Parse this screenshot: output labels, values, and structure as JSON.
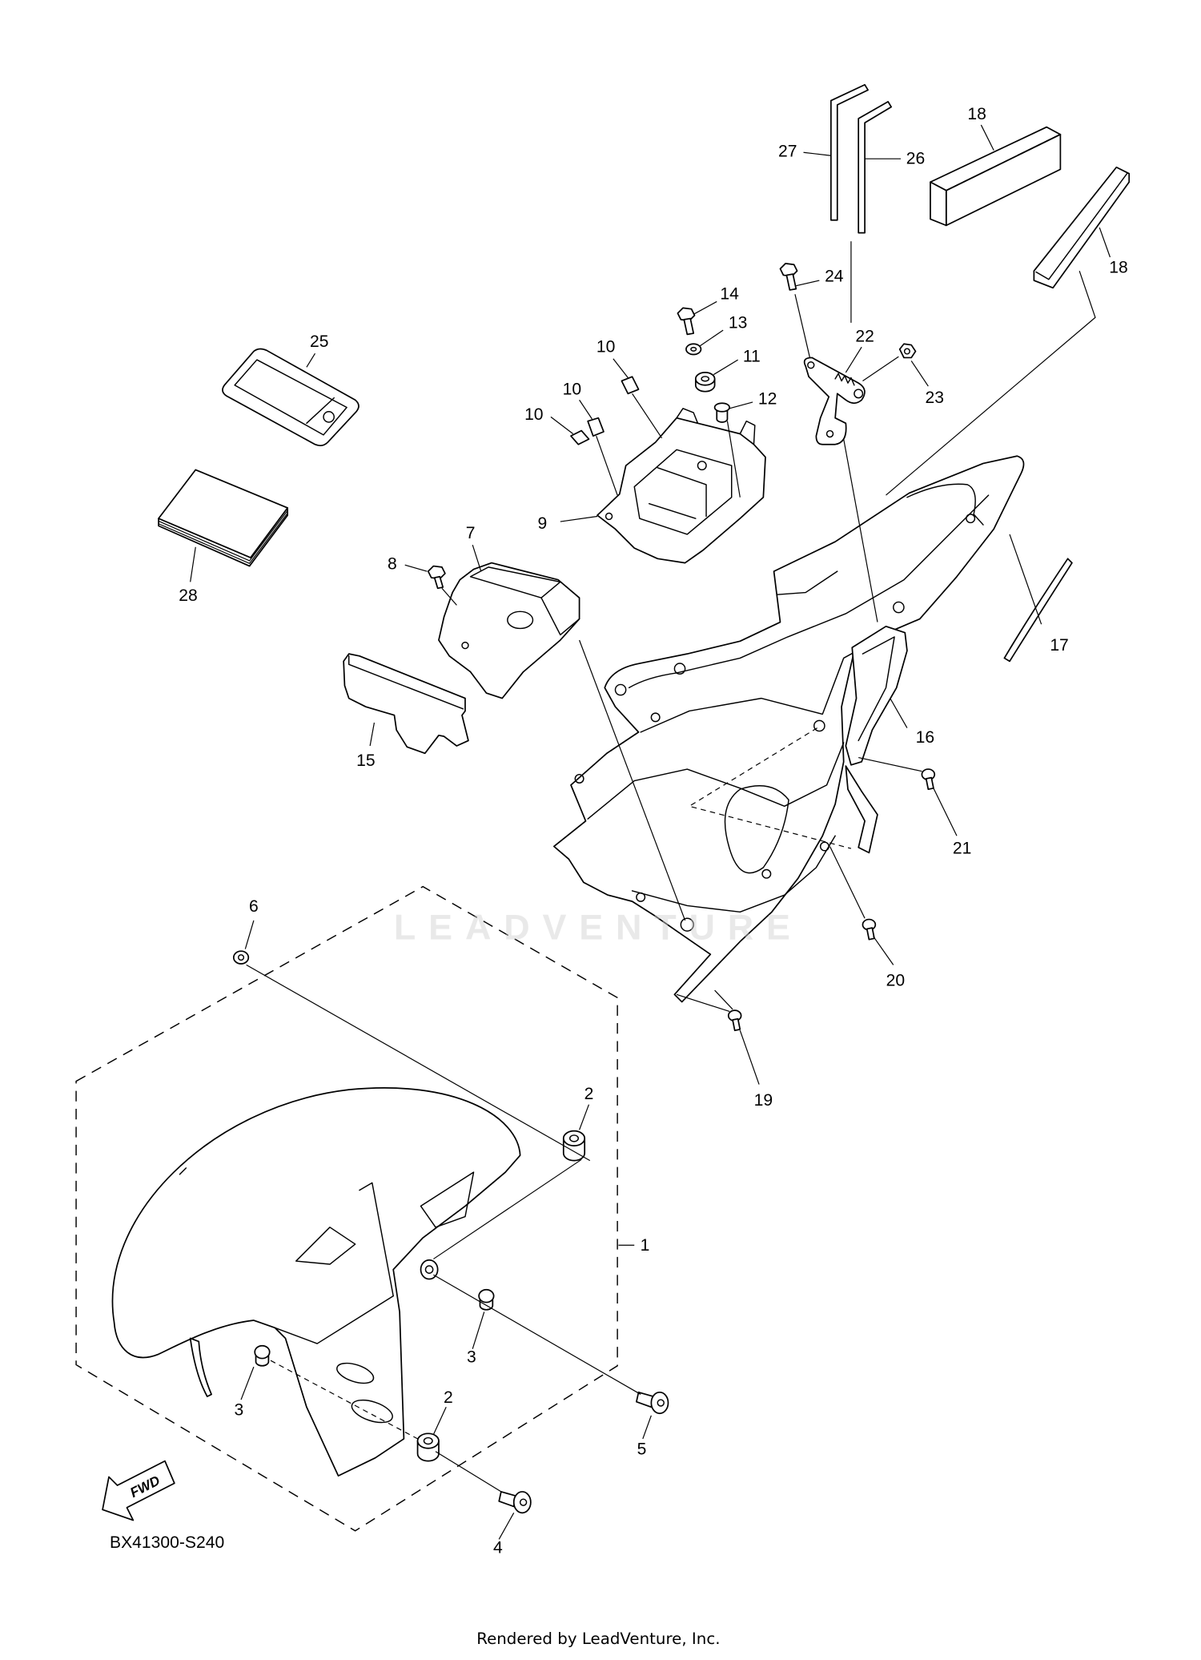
{
  "diagram": {
    "callouts": [
      "27",
      "26",
      "18",
      "18",
      "25",
      "28",
      "14",
      "13",
      "11",
      "12",
      "24",
      "22",
      "23",
      "10",
      "10",
      "10",
      "9",
      "7",
      "8",
      "15",
      "16",
      "17",
      "21",
      "20",
      "19",
      "6",
      "2",
      "1",
      "3",
      "3",
      "2",
      "5",
      "4"
    ],
    "fwd_label": "FWD",
    "diagram_code": "BX41300-S240",
    "watermark": "LEADVENTURE"
  },
  "footer": {
    "rendered_by": "Rendered by LeadVenture, Inc."
  }
}
